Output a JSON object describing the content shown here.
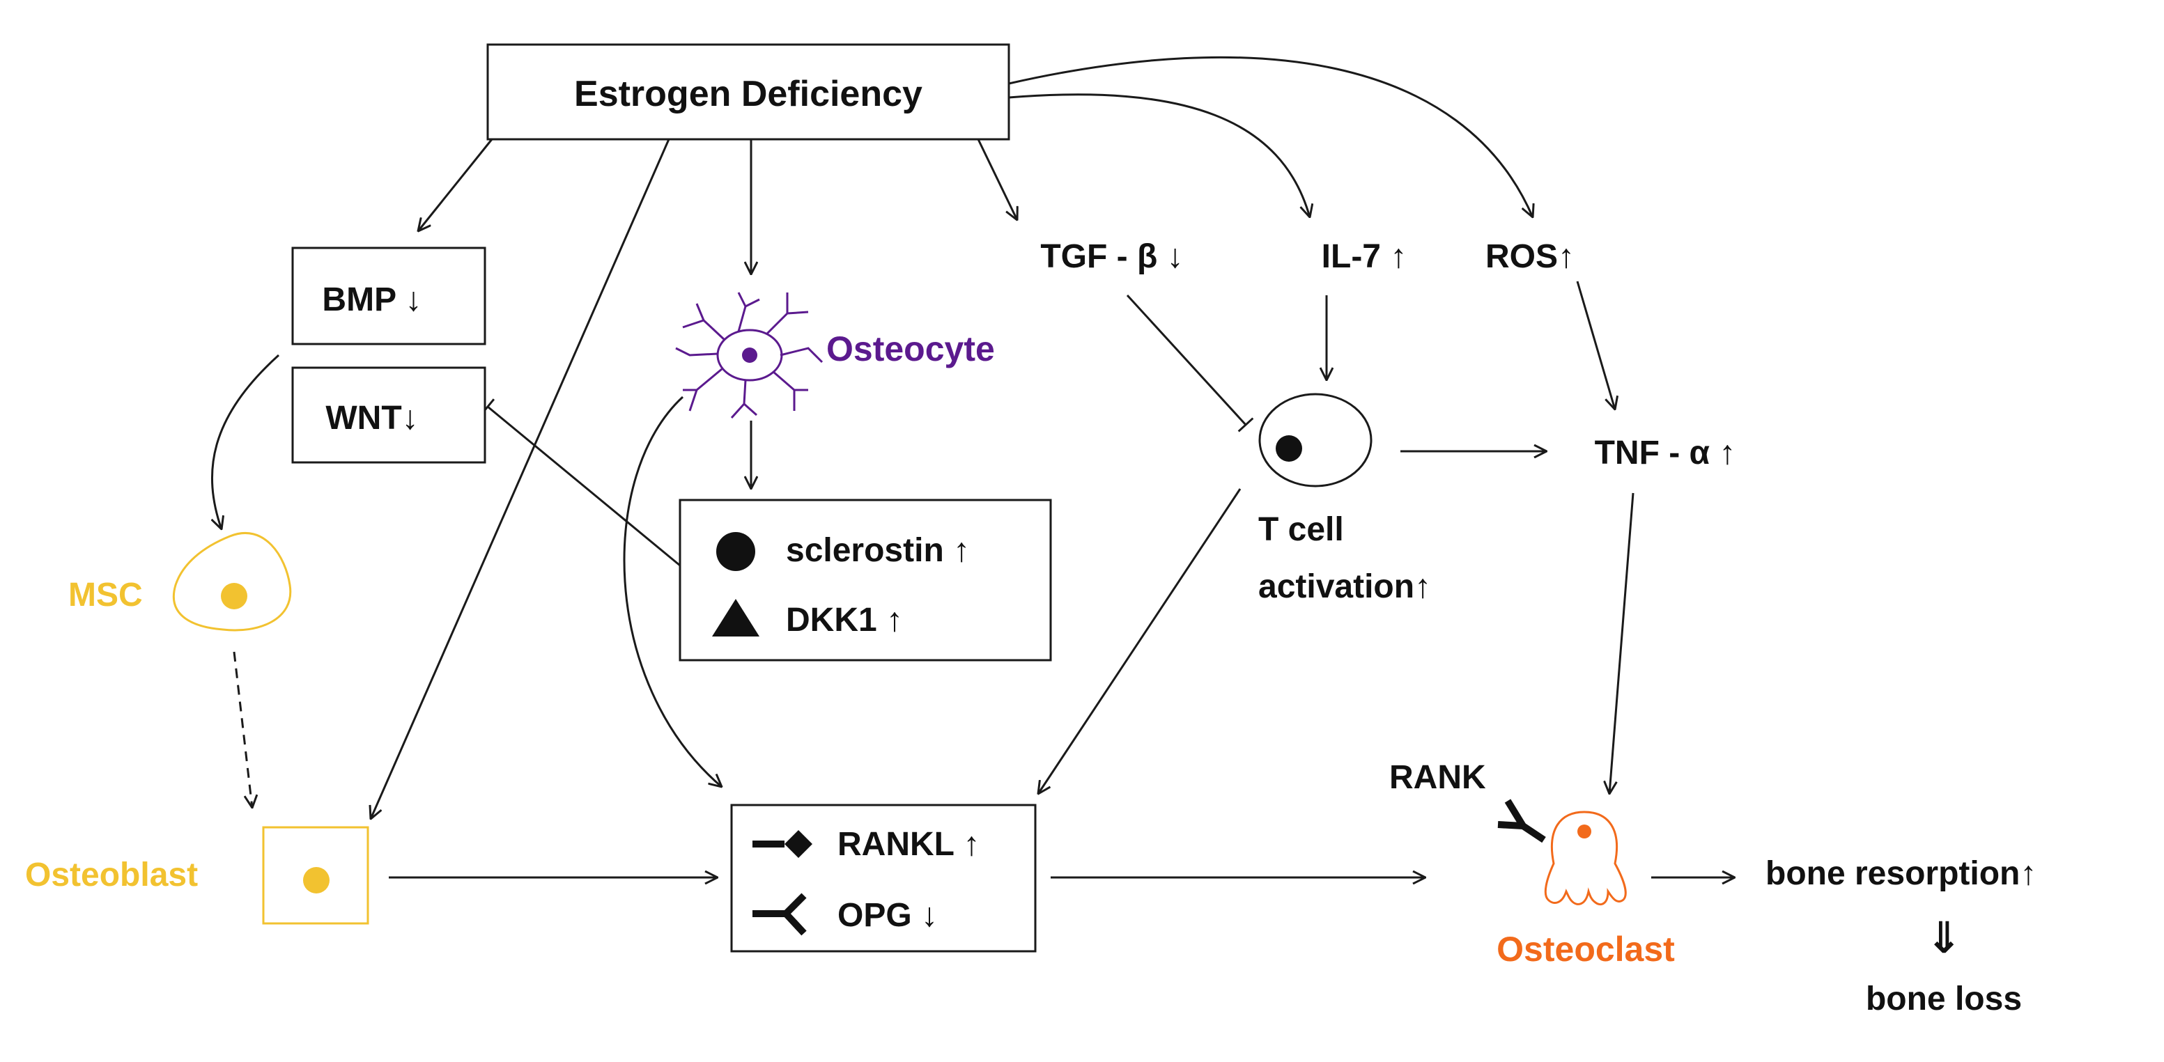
{
  "colors": {
    "ink": "#1a1a1a",
    "osteocyte": "#5b1a8e",
    "yellow": "#f2c230",
    "osteoclast": "#f26a1b"
  },
  "nodes": {
    "estrogen": "Estrogen Deficiency",
    "bmp": "BMP ↓",
    "wnt": "WNT↓",
    "osteocyte": "Osteocyte",
    "tgf": "TGF - β ↓",
    "il7": "IL-7 ↑",
    "ros": "ROS↑",
    "sclerostin": "sclerostin ↑",
    "dkk1": "DKK1  ↑",
    "msc": "MSC",
    "tcell_line1": "T cell",
    "tcell_line2": "activation↑",
    "tnf": "TNF - α  ↑",
    "osteoblast": "Osteoblast",
    "rankl": "RANKL ↑",
    "opg": "OPG ↓",
    "rank": "RANK",
    "osteoclast": "Osteoclast",
    "bone_resorption": "bone resorption↑",
    "double_arrow": "⇓",
    "bone_loss": "bone loss"
  },
  "icons": {
    "osteocyte": "osteocyte-cell-icon",
    "msc": "msc-cell-icon",
    "osteoblast": "osteoblast-cell-icon",
    "tcell": "t-cell-icon",
    "osteoclast": "osteoclast-cell-icon",
    "rank": "rank-receptor-icon",
    "rankl": "rankl-ligand-icon",
    "opg": "opg-receptor-icon",
    "sclerostin": "circle-icon",
    "dkk1": "triangle-icon"
  }
}
